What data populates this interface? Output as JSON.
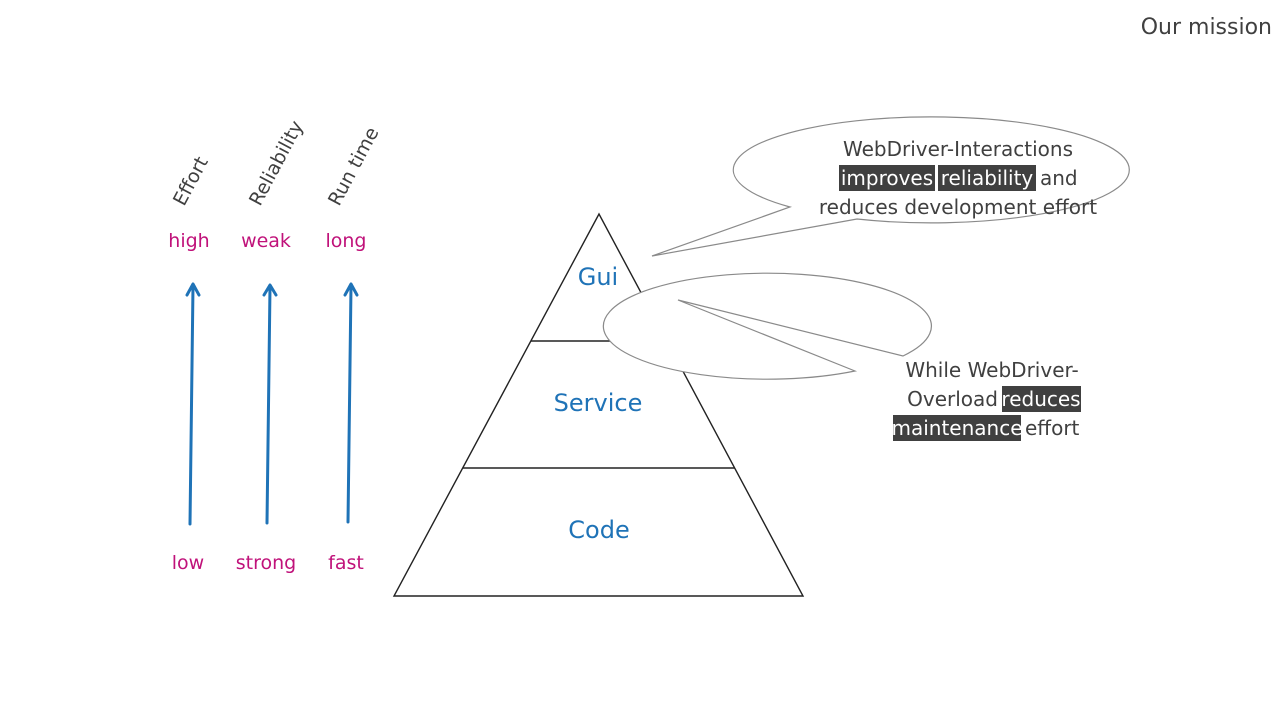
{
  "slide": {
    "title": "Our mission"
  },
  "axes": [
    {
      "label": "Effort",
      "top": "high",
      "bottom": "low"
    },
    {
      "label": "Reliability",
      "top": "weak",
      "bottom": "strong"
    },
    {
      "label": "Run time",
      "top": "long",
      "bottom": "fast"
    }
  ],
  "pyramid": {
    "layers": [
      "Gui",
      "Service",
      "Code"
    ]
  },
  "bubbles": {
    "interactions": {
      "line1": "WebDriver-Interactions",
      "line2_hl1": "improves",
      "line2_hl2": "reliability",
      "line2_end": "and",
      "line3": "reduces development effort"
    },
    "overload": {
      "line1": "While WebDriver-",
      "line2_start": "Overload",
      "line2_hl": "reduces",
      "line3_hl": "maintenance",
      "line3_end": "effort"
    }
  },
  "colors": {
    "arrow": "#1f73b7",
    "axis_text": "#c0127a",
    "layer_text": "#1f73b7",
    "highlight_bg": "#404040",
    "text": "#404040"
  }
}
